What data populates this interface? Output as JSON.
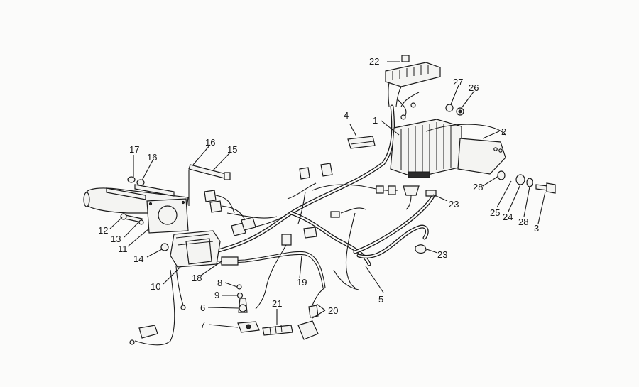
{
  "callouts": {
    "c1": "1",
    "c2": "2",
    "c3": "3",
    "c4": "4",
    "c5": "5",
    "c6": "6",
    "c7": "7",
    "c8": "8",
    "c9": "9",
    "c10": "10",
    "c11": "11",
    "c12": "12",
    "c13": "13",
    "c14": "14",
    "c15": "15",
    "c16a": "16",
    "c16b": "16",
    "c17": "17",
    "c19": "19",
    "c18": "18",
    "c20": "20",
    "c21": "21",
    "c22": "22",
    "c23a": "23",
    "c23b": "23",
    "c24": "24",
    "c25": "25",
    "c26": "26",
    "c27": "27",
    "c28a": "28",
    "c28b": "28"
  }
}
